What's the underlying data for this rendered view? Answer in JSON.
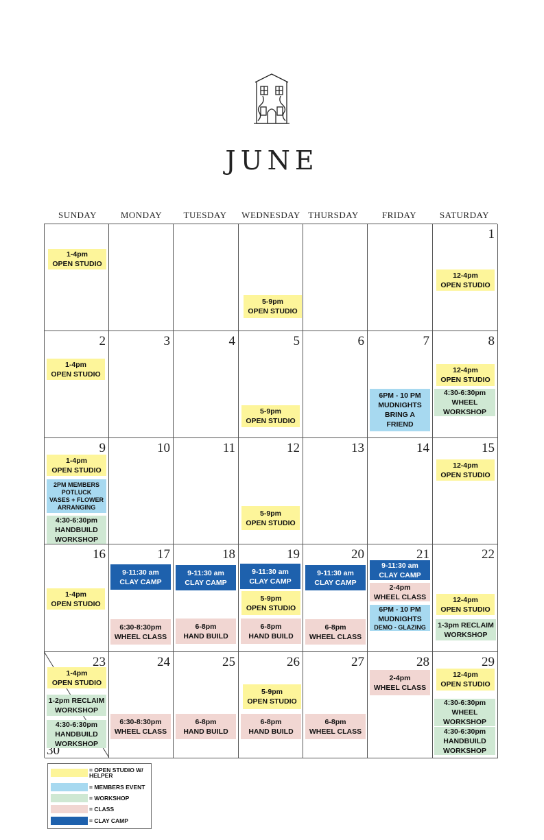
{
  "month": "JUNE",
  "weekdays": [
    "SUNDAY",
    "MONDAY",
    "TUESDAY",
    "WEDNESDAY",
    "THURSDAY",
    "FRIDAY",
    "SATURDAY"
  ],
  "colors": {
    "open_studio": "#fdf59a",
    "members_event": "#a7d9f0",
    "workshop": "#cfe8d3",
    "class": "#f1d6d2",
    "clay_camp": "#1e61ad"
  },
  "days": [
    {
      "n": "1"
    },
    {
      "n": "2"
    },
    {
      "n": "3"
    },
    {
      "n": "4"
    },
    {
      "n": "5"
    },
    {
      "n": "6"
    },
    {
      "n": "7"
    },
    {
      "n": "8"
    },
    {
      "n": "9"
    },
    {
      "n": "10"
    },
    {
      "n": "11"
    },
    {
      "n": "12"
    },
    {
      "n": "13"
    },
    {
      "n": "14"
    },
    {
      "n": "15"
    },
    {
      "n": "16"
    },
    {
      "n": "17"
    },
    {
      "n": "18"
    },
    {
      "n": "19"
    },
    {
      "n": "20"
    },
    {
      "n": "21"
    },
    {
      "n": "22"
    },
    {
      "n": "23"
    },
    {
      "n": "24"
    },
    {
      "n": "25"
    },
    {
      "n": "26"
    },
    {
      "n": "27"
    },
    {
      "n": "28"
    },
    {
      "n": "29"
    },
    {
      "n": "30"
    }
  ],
  "events": {
    "w1_sun": [
      "1-4pm",
      "OPEN STUDIO"
    ],
    "w1_wed": [
      "5-9pm",
      "OPEN STUDIO"
    ],
    "w1_sat": [
      "12-4pm",
      "OPEN STUDIO"
    ],
    "w2_sun": [
      "1-4pm",
      "OPEN STUDIO"
    ],
    "w2_wed": [
      "5-9pm",
      "OPEN STUDIO"
    ],
    "w2_fri": [
      "6PM - 10 PM",
      "MUDNIGHTS",
      "BRING A",
      "FRIEND"
    ],
    "w2_sat1": [
      "12-4pm",
      "OPEN STUDIO"
    ],
    "w2_sat2": [
      "4:30-6:30pm",
      "WHEEL",
      "WORKSHOP"
    ],
    "w3_sun1": [
      "1-4pm",
      "OPEN STUDIO"
    ],
    "w3_sun2": [
      "2PM MEMBERS",
      "POTLUCK",
      "VASES + FLOWER",
      "ARRANGING"
    ],
    "w3_sun3": [
      "4:30-6:30pm",
      "HANDBUILD",
      "WORKSHOP"
    ],
    "w3_wed": [
      "5-9pm",
      "OPEN STUDIO"
    ],
    "w3_sat": [
      "12-4pm",
      "OPEN STUDIO"
    ],
    "w4_sun": [
      "1-4pm",
      "OPEN STUDIO"
    ],
    "w4_mon1": [
      "9-11:30 am",
      "CLAY CAMP"
    ],
    "w4_mon2": [
      "6:30-8:30pm",
      "WHEEL CLASS"
    ],
    "w4_tue1": [
      "9-11:30 am",
      "CLAY CAMP"
    ],
    "w4_tue2": [
      "6-8pm",
      "HAND BUILD"
    ],
    "w4_wed1": [
      "9-11:30 am",
      "CLAY CAMP"
    ],
    "w4_wed2": [
      "5-9pm",
      "OPEN STUDIO"
    ],
    "w4_wed3": [
      "6-8pm",
      "HAND BUILD"
    ],
    "w4_thu1": [
      "9-11:30 am",
      "CLAY CAMP"
    ],
    "w4_thu2": [
      "6-8pm",
      "WHEEL CLASS"
    ],
    "w4_fri1": [
      "9-11:30 am",
      "CLAY CAMP"
    ],
    "w4_fri2": [
      "2-4pm",
      "WHEEL CLASS"
    ],
    "w4_fri3": [
      "6PM - 10 PM",
      "MUDNIGHTS",
      "DEMO - GLAZING"
    ],
    "w4_sat1": [
      "12-4pm",
      "OPEN STUDIO"
    ],
    "w4_sat2": [
      "1-3pm RECLAIM",
      "WORKSHOP"
    ],
    "w5_sun1": [
      "1-4pm",
      "OPEN STUDIO"
    ],
    "w5_sun2": [
      "1-2pm RECLAIM",
      "WORKSHOP"
    ],
    "w5_sun3": [
      "4:30-6:30pm",
      "HANDBUILD",
      "WORKSHOP"
    ],
    "w5_mon": [
      "6:30-8:30pm",
      "WHEEL CLASS"
    ],
    "w5_tue": [
      "6-8pm",
      "HAND BUILD"
    ],
    "w5_wed1": [
      "5-9pm",
      "OPEN STUDIO"
    ],
    "w5_wed2": [
      "6-8pm",
      "HAND BUILD"
    ],
    "w5_thu": [
      "6-8pm",
      "WHEEL CLASS"
    ],
    "w5_fri": [
      "2-4pm",
      "WHEEL CLASS"
    ],
    "w5_sat1": [
      "12-4pm",
      "OPEN STUDIO"
    ],
    "w5_sat2": [
      "4:30-6:30pm",
      "WHEEL",
      "WORKSHOP"
    ],
    "w5_sat3": [
      "4:30-6:30pm",
      "HANDBUILD",
      "WORKSHOP"
    ]
  },
  "legend": [
    {
      "label": "= OPEN STUDIO W/ HELPER",
      "color": "#fdf59a"
    },
    {
      "label": "= MEMBERS EVENT",
      "color": "#a7d9f0"
    },
    {
      "label": "= WORKSHOP",
      "color": "#cfe8d3"
    },
    {
      "label": "= CLASS",
      "color": "#f1d6d2"
    },
    {
      "label": "= CLAY CAMP",
      "color": "#1e61ad"
    }
  ]
}
